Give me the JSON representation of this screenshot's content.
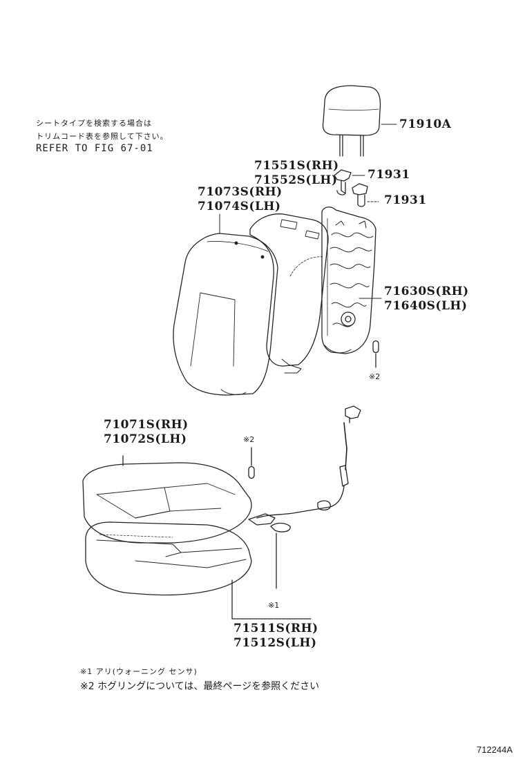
{
  "notes": {
    "line1": "シートタイプを検索する場合は",
    "line2": "トリムコード表を参照して下さい。",
    "refer": "REFER TO FIG 67-01"
  },
  "parts": {
    "headrest": "71910A",
    "guide_rh": "71551S(RH)",
    "guide_lh": "71552S(LH)",
    "support_1": "71931",
    "support_2": "71931",
    "back_cover_rh": "71073S(RH)",
    "back_cover_lh": "71074S(LH)",
    "back_frame_rh": "71630S(RH)",
    "back_frame_lh": "71640S(LH)",
    "cushion_cover_rh": "71071S(RH)",
    "cushion_cover_lh": "71072S(LH)",
    "cushion_pad_rh": "71511S(RH)",
    "cushion_pad_lh": "71512S(LH)"
  },
  "marks": {
    "ring_back": "※2",
    "ring_cushion": "※2",
    "sensor": "※1"
  },
  "footnotes": {
    "note1": "※1 アリ(ウォーニング センサ)",
    "note2": "※2 ホグリングについては、最終ページを参照ください"
  },
  "figure_id": "712244A"
}
